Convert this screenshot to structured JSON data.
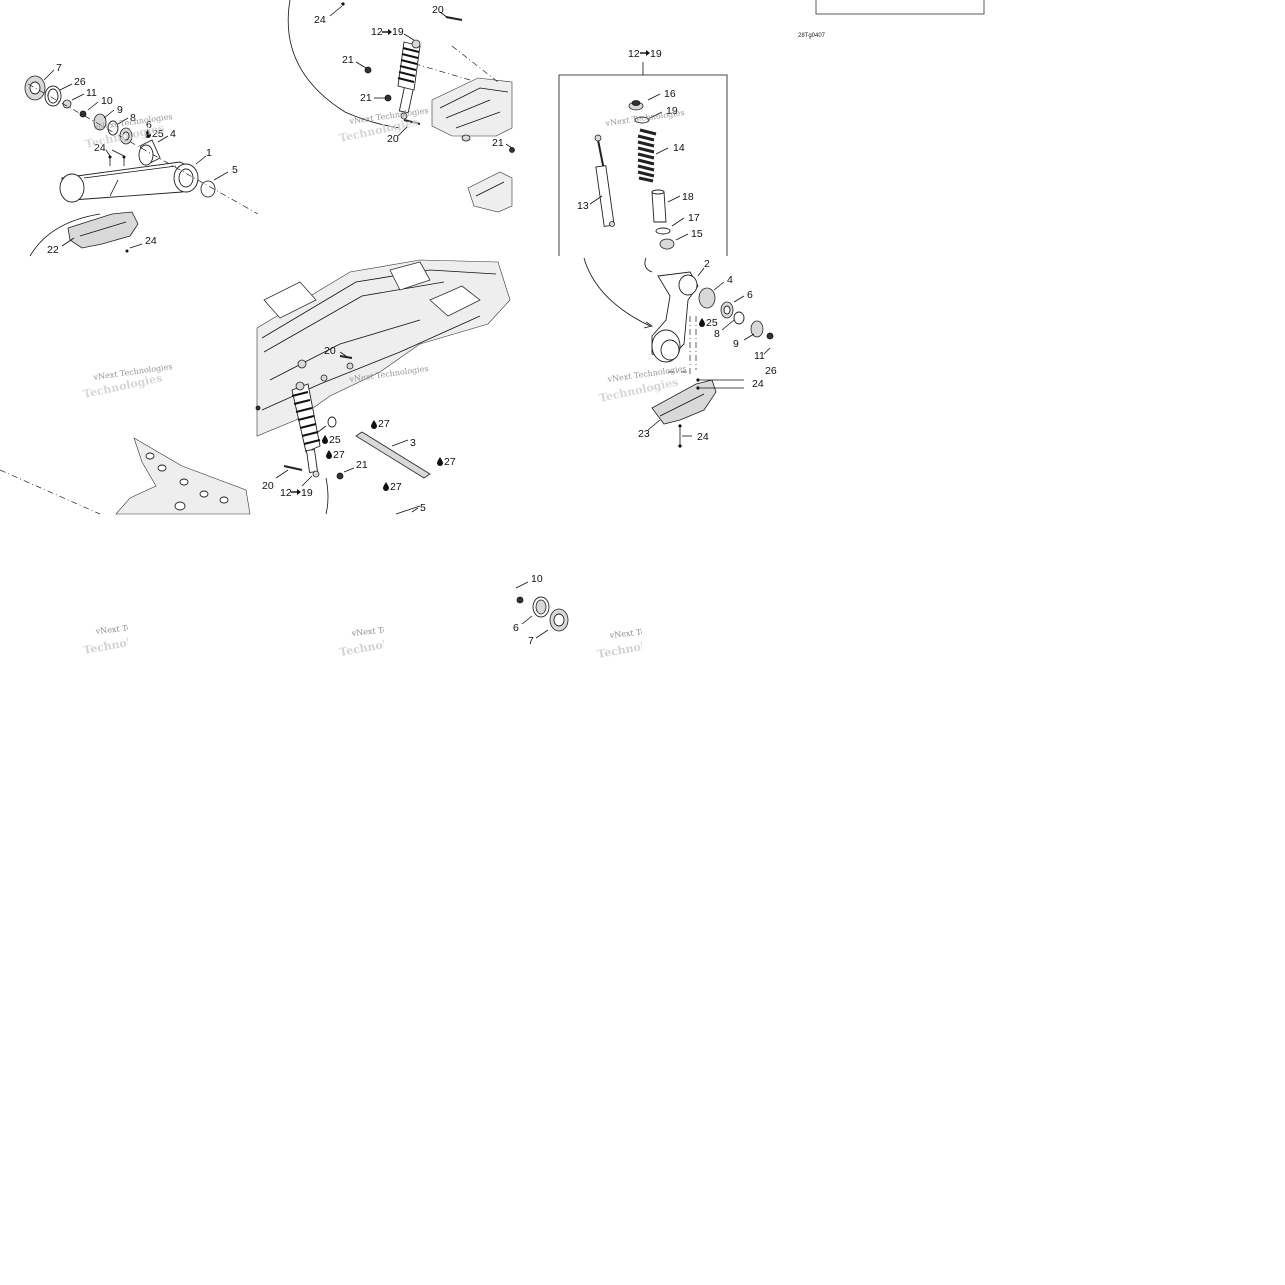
{
  "diagram_code": "28Tg0407",
  "watermark": {
    "line1": "vNext Technologies",
    "line2": "Technologies"
  },
  "symbols": {
    "arrow": "right-arrow-icon",
    "drop": "grease-drop-icon"
  },
  "callouts": {
    "tl_7": "7",
    "tl_26": "26",
    "tl_11": "11",
    "tl_10": "10",
    "tl_9": "9",
    "tl_8": "8",
    "tl_6": "6",
    "tl_25": "25",
    "tl_4": "4",
    "tl_1": "1",
    "tl_24": "24",
    "tl_5": "5",
    "tl_22": "22",
    "tl_24b": "24",
    "tc_24": "24",
    "tc_20": "20",
    "tc_12": "12",
    "tc_19": "19",
    "tc_21": "21",
    "tc_21b": "21",
    "tc_20b": "20",
    "tc_21c": "21",
    "tr_12": "12",
    "tr_19": "19",
    "tr_16": "16",
    "tr_19b": "19",
    "tr_14": "14",
    "tr_13": "13",
    "tr_18": "18",
    "tr_17": "17",
    "tr_15": "15",
    "mr_2": "2",
    "mr_4": "4",
    "mr_6": "6",
    "mr_25": "25",
    "mr_8": "8",
    "mr_9": "9",
    "mr_11": "11",
    "mr_26": "26",
    "mr_24": "24",
    "mr_23": "23",
    "mr_24b": "24",
    "mc_20": "20",
    "mc_27": "27",
    "mc_25": "25",
    "mc_27b": "27",
    "mc_3": "3",
    "mc_21": "21",
    "mc_27c": "27",
    "mc_20b": "20",
    "mc_12": "12",
    "mc_19": "19",
    "mc_27d": "27",
    "mc_5": "5",
    "bc_10": "10",
    "bc_6": "6",
    "bc_7": "7"
  }
}
